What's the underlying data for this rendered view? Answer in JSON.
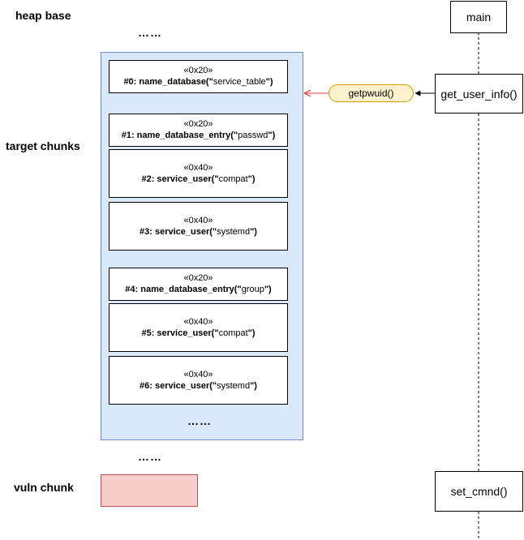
{
  "labels": {
    "heap_base": "heap base",
    "target_chunks": "target chunks",
    "vuln_chunk": "vuln chunk",
    "ellipsis": "……"
  },
  "chunks": [
    {
      "size": "«0x20»",
      "title_bold": "#0: name_database(\"",
      "title_arg": "service_table",
      "title_end": "\")"
    },
    {
      "size": "«0x20»",
      "title_bold": "#1: name_database_entry(\"",
      "title_arg": "passwd",
      "title_end": "\")"
    },
    {
      "size": "«0x40»",
      "title_bold": "#2: service_user(\"",
      "title_arg": "compat",
      "title_end": "\")"
    },
    {
      "size": "«0x40»",
      "title_bold": "#3: service_user(\"",
      "title_arg": "systemd",
      "title_end": "\")"
    },
    {
      "size": "«0x20»",
      "title_bold": "#4: name_database_entry(\"",
      "title_arg": "group",
      "title_end": "\")"
    },
    {
      "size": "«0x40»",
      "title_bold": "#5: service_user(\"",
      "title_arg": "compat",
      "title_end": "\")"
    },
    {
      "size": "«0x40»",
      "title_bold": "#6: service_user(\"",
      "title_arg": "systemd",
      "title_end": "\")"
    }
  ],
  "sequence": {
    "main": "main",
    "get_user_info": "get_user_info()",
    "getpwuid": "getpwuid()",
    "set_cmnd": "set_cmnd()"
  },
  "colors": {
    "heap_fill": "#dae8fc",
    "heap_stroke": "#6c8ebf",
    "pill_fill": "#fff2cc",
    "pill_stroke": "#d79b00",
    "vuln_fill": "#f8cecc",
    "vuln_stroke": "#b85450",
    "arrow_red": "#e53935"
  }
}
